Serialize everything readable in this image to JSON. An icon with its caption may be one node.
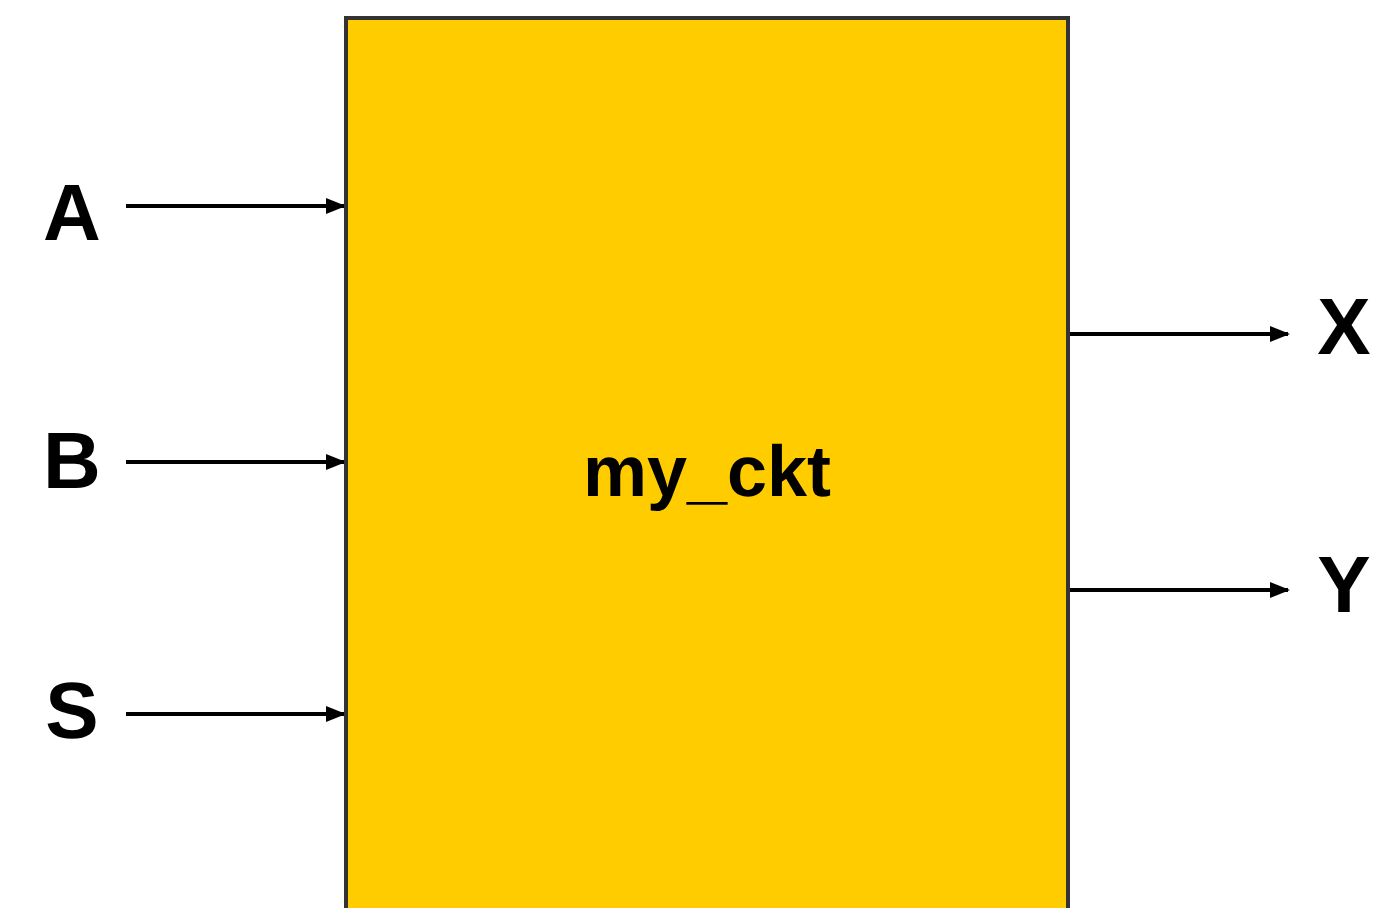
{
  "diagram": {
    "nodes": [
      {
        "text": [
          "my_ckt"
        ]
      },
      {
        "text": [
          "A"
        ]
      },
      {
        "text": [
          "B"
        ]
      },
      {
        "text": [
          "S"
        ]
      },
      {
        "text": [
          "X"
        ]
      },
      {
        "text": [
          "Y"
        ]
      }
    ],
    "edges": [
      {
        "from": 1,
        "to": 0,
        "arrow": "to"
      },
      {
        "from": 2,
        "to": 0,
        "arrow": "to"
      },
      {
        "from": 3,
        "to": 0,
        "arrow": "to"
      },
      {
        "from": 0,
        "to": 4,
        "arrow": "to"
      },
      {
        "from": 0,
        "to": 5,
        "arrow": "to"
      }
    ]
  }
}
